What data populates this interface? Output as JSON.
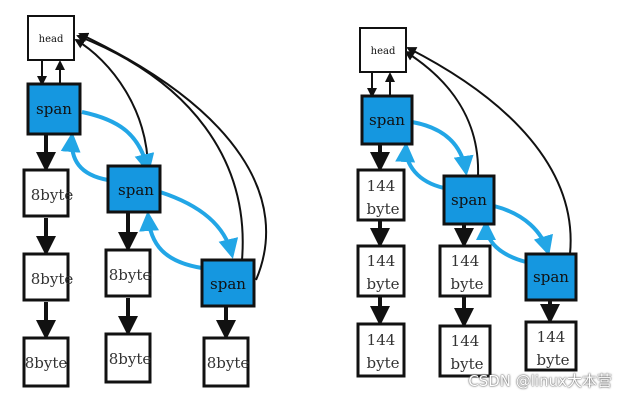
{
  "colors": {
    "span_fill": "#1597e0",
    "arrow_blue": "#22a6e6",
    "stroke": "#111111"
  },
  "left": {
    "head_label": "head",
    "span_label": "span",
    "object_label": "8byte"
  },
  "right": {
    "head_label": "head",
    "span_label": "span",
    "object_label_line1": "144",
    "object_label_line2": "byte"
  },
  "watermark": "CSDN @linux大本营"
}
